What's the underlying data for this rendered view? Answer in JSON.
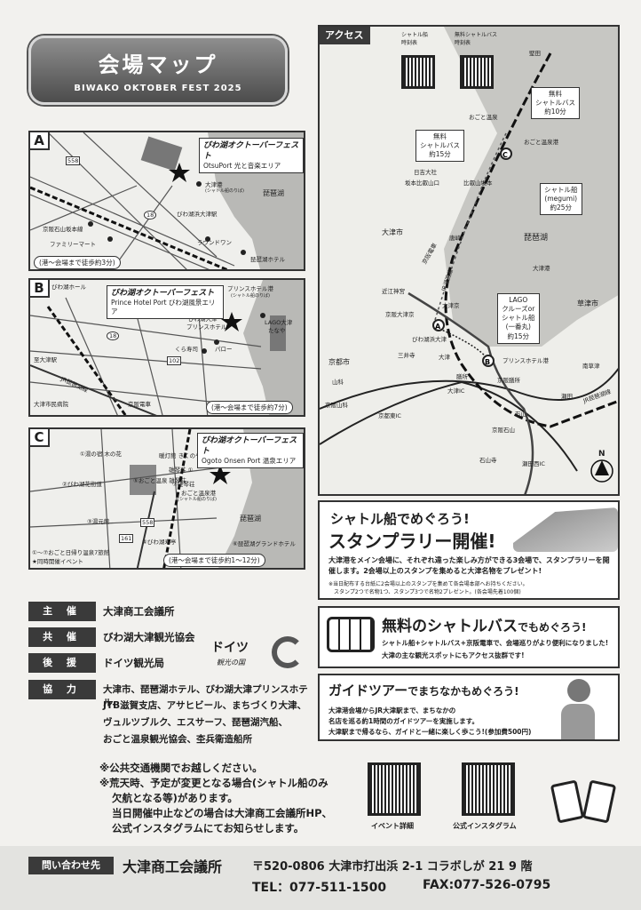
{
  "header": {
    "title": "会場マップ",
    "subtitle": "BIWAKO OKTOBER FEST 2025"
  },
  "mapA": {
    "letter": "A",
    "logo": "びわ湖オクトーバーフェスト",
    "area": "OtsuPort 光と音楽エリア",
    "labels": [
      "大津港",
      "(シャトル船のりば)",
      "琵琶湖",
      "びわ湖浜大津駅",
      "京阪石山坂本線",
      "ファミリーマート",
      "ラウンドワン",
      "琵琶湖ホテル",
      "558",
      "18"
    ],
    "walk": "(港～会場まで徒歩約3分)"
  },
  "mapB": {
    "letter": "B",
    "logo": "びわ湖オクトーバーフェスト",
    "area": "Prince Hotel Port びわ湖風景エリア",
    "labels": [
      "びわ湖ホール",
      "プリンスホテル港",
      "(シャトル船のりば)",
      "びわ湖大津",
      "プリンスホテル",
      "LAGO大津",
      "たなや",
      "くら寿司",
      "パロー",
      "至大津駅",
      "大津市民病院",
      "JR琵琶湖線",
      "京阪電車",
      "18",
      "102"
    ],
    "walk": "(港～会場まで徒歩約7分)"
  },
  "mapC": {
    "letter": "C",
    "logo": "びわ湖オクトーバーフェスト",
    "area": "Ogoto Onsen Port 温泉エリア",
    "labels": [
      "①湯の宿 木の花",
      "②びわ湖花街道",
      "③湯元館",
      "④びわ湖寿亭",
      "⑤おごと温泉 雄琴荘",
      "⑥琵琶湖グランドホテル",
      "⑦雄琴荘",
      "おごと温泉港",
      "(シャトル船のりば)",
      "琵琶湖",
      "暖灯館 きくのや",
      "雄琴荘 ①",
      "①～⑦おごと日帰り温泉7旅館",
      "★同時開催イベント",
      "558",
      "161"
    ],
    "walk": "(港～会場まで徒歩約1～12分)"
  },
  "access": {
    "tab": "アクセス",
    "qr1": "シャトル船\n時刻表",
    "qr2": "無料シャトルバス\n時刻表",
    "stations": [
      "堅田",
      "おごと温泉",
      "おごと温泉港",
      "比叡山坂本",
      "坂本比叡山口",
      "日吉大社",
      "琵琶湖",
      "大津市",
      "唐崎",
      "近江神宮",
      "京阪大津京",
      "大津京",
      "大津港",
      "びわ湖浜大津",
      "三井寺",
      "大津",
      "膳所",
      "プリンスホテル港",
      "京阪膳所",
      "瀬田",
      "石山",
      "京阪石山",
      "石山寺",
      "瀬田西IC",
      "大津IC",
      "京都東IC",
      "山科",
      "京阪山科",
      "京都市",
      "草津市",
      "南草津",
      "JR琵琶湖線",
      "JR湖西線",
      "京阪電車"
    ],
    "bus1": "無料\nシャトルバス\n約10分",
    "bus2": "無料\nシャトルバス\n約15分",
    "boat1": "シャトル船\n(megumi)\n約25分",
    "boat2": "LAGO\nクルーズor\nシャトル船\n(一番丸)\n約15分",
    "compass": "N"
  },
  "stamp": {
    "title1": "シャトル船でめぐろう!",
    "title2": "スタンプラリー開催!",
    "body": "大津港をメイン会場に、それぞれ違った楽しみ方ができる3会場で、スタンプラリーを開催します。2会場以上のスタンプを集めると大津名物をプレゼント!",
    "note1": "※当日配布する台紙に2会場以上のスタンプを集めて各会場本部へお持ちください。",
    "note2": "スタンプ2つで名物1つ、スタンプ3つで名物2プレゼント。(各会場先着100個)"
  },
  "bus": {
    "title1": "無料のシャトルバス",
    "title2": "でもめぐろう!",
    "body1": "シャトル船+シャトルバス+京阪電車で、会場巡りがより便利になりました!",
    "body2": "大津の主な観光スポットにもアクセス抜群です!"
  },
  "guide": {
    "title1": "ガイドツアー",
    "title2": "でまちなかもめぐろう!",
    "body1": "大津港会場からJR大津駅まで、まちなかの",
    "body2": "名店を巡る約1時間のガイドツアーを実施します。",
    "body3": "大津駅まで帰るなら、ガイドと一緒に楽しく歩こう!(参加費500円)"
  },
  "roles": [
    {
      "k": "主 催",
      "v": "大津商工会議所"
    },
    {
      "k": "共 催",
      "v": "びわ湖大津観光協会"
    },
    {
      "k": "後 援",
      "v": "ドイツ観光局"
    },
    {
      "k": "協 力",
      "v": "大津市、琵琶湖ホテル、びわ湖大津プリンスホテル、"
    }
  ],
  "kyoryoku2": "JTB滋賀支店、アサヒビール、まちづくり大津、",
  "kyoryoku3": "ヴュルツブルク、エスサーフ、琵琶湖汽船、",
  "kyoryoku4": "おごと温泉観光協会、杢兵衛造船所",
  "germany": {
    "t1": "ドイツ",
    "t2": "観光の国"
  },
  "notes": {
    "n1": "※公共交通機関でお越しください。",
    "n2": "※荒天時、予定が変更となる場合(シャトル船のみ",
    "n3": "欠航となる等)があります。",
    "n4": "当日開催中止などの場合は大津商工会議所HP、",
    "n5": "公式インスタグラムにてお知らせします。"
  },
  "qr": {
    "event": "イベント詳細",
    "insta": "公式インスタグラム"
  },
  "footer": {
    "tag": "問い合わせ先",
    "org": "大津商工会議所",
    "addr": "〒520-0806 大津市打出浜 2-1 コラボしが 21 9 階",
    "tel": "TEL：077-511-1500",
    "fax": "FAX:077-526-0795"
  }
}
